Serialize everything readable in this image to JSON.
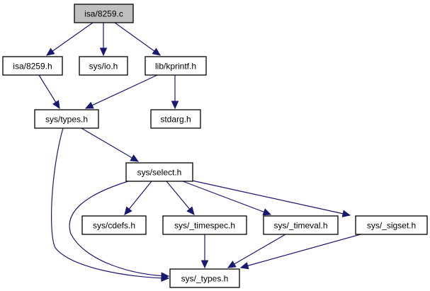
{
  "diagram": {
    "title": "Include dependency graph for isa/8259.c",
    "edge_color": "#191970",
    "root_fill": "#bfbfbf",
    "nodes": [
      {
        "id": "n_8259c",
        "label": "isa/8259.c",
        "root": true
      },
      {
        "id": "n_8259h",
        "label": "isa/8259.h"
      },
      {
        "id": "n_io",
        "label": "sys/io.h"
      },
      {
        "id": "n_kprintf",
        "label": "lib/kprintf.h"
      },
      {
        "id": "n_types",
        "label": "sys/types.h"
      },
      {
        "id": "n_stdarg",
        "label": "stdarg.h"
      },
      {
        "id": "n_select",
        "label": "sys/select.h"
      },
      {
        "id": "n_cdefs",
        "label": "sys/cdefs.h"
      },
      {
        "id": "n_timespec",
        "label": "sys/_timespec.h"
      },
      {
        "id": "n_timeval",
        "label": "sys/_timeval.h"
      },
      {
        "id": "n_sigset",
        "label": "sys/_sigset.h"
      },
      {
        "id": "n__types",
        "label": "sys/_types.h"
      }
    ],
    "edges": [
      {
        "from": "n_8259c",
        "to": "n_8259h"
      },
      {
        "from": "n_8259c",
        "to": "n_io"
      },
      {
        "from": "n_8259c",
        "to": "n_kprintf"
      },
      {
        "from": "n_8259h",
        "to": "n_types"
      },
      {
        "from": "n_kprintf",
        "to": "n_types"
      },
      {
        "from": "n_kprintf",
        "to": "n_stdarg"
      },
      {
        "from": "n_types",
        "to": "n_select"
      },
      {
        "from": "n_types",
        "to": "n__types"
      },
      {
        "from": "n_select",
        "to": "n_cdefs"
      },
      {
        "from": "n_select",
        "to": "n_timespec"
      },
      {
        "from": "n_select",
        "to": "n_timeval"
      },
      {
        "from": "n_select",
        "to": "n_sigset"
      },
      {
        "from": "n_select",
        "to": "n__types"
      },
      {
        "from": "n_timespec",
        "to": "n__types"
      },
      {
        "from": "n_timeval",
        "to": "n__types"
      },
      {
        "from": "n_sigset",
        "to": "n__types"
      }
    ]
  }
}
